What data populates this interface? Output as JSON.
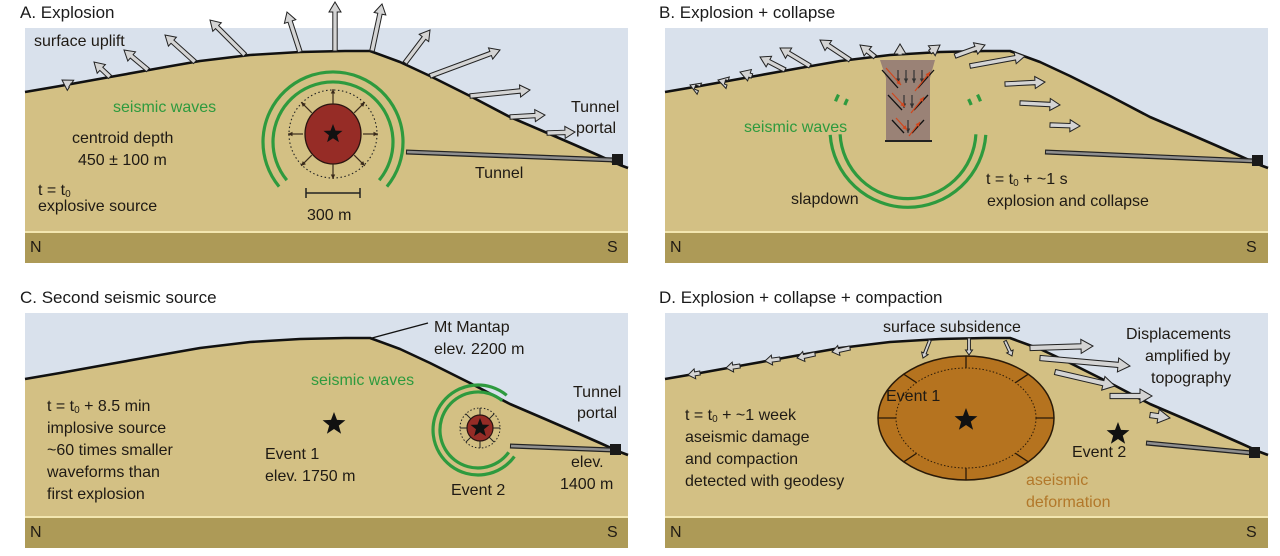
{
  "figure": {
    "colors": {
      "sky": "#d9e1ec",
      "ground": "#d3c084",
      "bedrock_band": "#ad9a57",
      "band_highlight": "#f2e6b0",
      "seismic_waves": "#2e9a3e",
      "explosion_cavity": "#962c26",
      "collapse_column": "#9a8276",
      "shear_arrows": "#d0471e",
      "compaction_zone": "#b5731f",
      "aseismic_label": "#b2782a",
      "arrows_fill": "#d4d4d4",
      "tunnel": "#8f8f8f"
    },
    "orientation": {
      "left": "N",
      "right": "S"
    },
    "panels": [
      {
        "id": "A",
        "title": "A. Explosion",
        "labels": {
          "surface": "surface uplift",
          "waves": "seismic waves",
          "depth_line1": "centroid depth",
          "depth_line2": "450 ± 100 m",
          "time_prefix": "t = t",
          "time_sub": "0",
          "source": "explosive source",
          "scale": "300 m",
          "tunnel": "Tunnel",
          "portal_line1": "Tunnel",
          "portal_line2": "portal"
        }
      },
      {
        "id": "B",
        "title": "B. Explosion + collapse",
        "labels": {
          "waves": "seismic waves",
          "slapdown": "slapdown",
          "time_prefix": "t = t",
          "time_sub": "0",
          "time_suffix": " + ~1 s",
          "source": "explosion and collapse"
        }
      },
      {
        "id": "C",
        "title": "C. Second seismic source",
        "labels": {
          "peak_line1": "Mt Mantap",
          "peak_line2": "elev. 2200 m",
          "waves": "seismic waves",
          "portal_line1": "Tunnel",
          "portal_line2": "portal",
          "time_prefix": "t = t",
          "time_sub": "0",
          "time_suffix": " + 8.5 min",
          "desc_line1": "implosive source",
          "desc_line2": "~60 times smaller",
          "desc_line3": "waveforms than",
          "desc_line4": "first explosion",
          "event1_line1": "Event 1",
          "event1_line2": "elev. 1750 m",
          "event2": "Event 2",
          "portal_elev_line1": "elev.",
          "portal_elev_line2": "1400 m"
        }
      },
      {
        "id": "D",
        "title": "D. Explosion + collapse + compaction",
        "labels": {
          "surface": "surface subsidence",
          "disp_line1": "Displacements",
          "disp_line2": "amplified by",
          "disp_line3": "topography",
          "event1": "Event 1",
          "event2": "Event 2",
          "time_prefix": "t = t",
          "time_sub": "0",
          "time_suffix": " + ~1 week",
          "desc_line1": "aseismic damage",
          "desc_line2": "and compaction",
          "desc_line3": "detected with geodesy",
          "aseismic_line1": "aseismic",
          "aseismic_line2": "deformation"
        }
      }
    ]
  }
}
